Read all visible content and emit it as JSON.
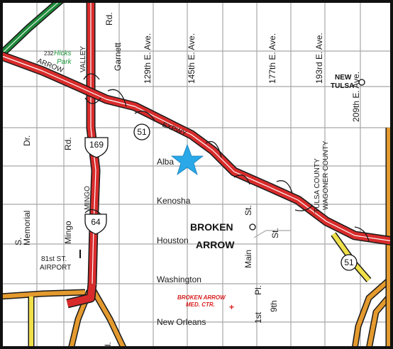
{
  "map": {
    "colors": {
      "highway_red": "#d82b2b",
      "highway_orange": "#e49a2e",
      "highway_green": "#1e8a3a",
      "highway_yellow": "#f0e04a",
      "grid": "#a8a8a8",
      "star": "#2aa8e8",
      "park_text": "#1e9a3c",
      "hospital_text": "#d92020"
    },
    "streets": {
      "rd_top": "Rd.",
      "ave_129": "129th E. Ave.",
      "ave_145": "145th E. Ave.",
      "ave_177": "177th E. Ave.",
      "ave_193": "193rd E. Ave.",
      "ave_209": "209th E. Ave.",
      "garnett": "Garnett",
      "valley": "VALLEY",
      "arrow": "ARROW",
      "expwy": "EXPWY",
      "memorial_dr": "Dr.",
      "memorial": "Memorial",
      "memorial_s": "S.",
      "mingo_rd": "Rd.",
      "mingo": "Mingo",
      "mingo_caps": "MINGO",
      "albany": "Alba",
      "kenosha": "Kenosha",
      "houston": "Houston",
      "washington": "Washington",
      "new_orleans": "New Orleans",
      "main_st": "Main",
      "st_1": "St.",
      "st_2": "St.",
      "first_pl_1st": "1st",
      "first_pl_pl": "Pl.",
      "ninth": "9th",
      "tulsa_county": "TULSA COUNTY",
      "wagoner_county": "WAGONER COUNTY",
      "bottom_partial": "d."
    },
    "places": {
      "broken_arrow_1": "BROKEN",
      "broken_arrow_2": "ARROW",
      "new_tulsa_1": "NEW",
      "new_tulsa_2": "TULSA",
      "hicks_num": "232",
      "hicks_park_1": "Hicks",
      "hicks_park_2": "Park",
      "airport_1": "81st ST.",
      "airport_2": "AIRPORT",
      "hospital_1": "BROKEN ARROW",
      "hospital_2": "MED. CTR."
    },
    "shields": {
      "us_169": "169",
      "us_64": "64",
      "ok_51_left": "51",
      "ok_51_right": "51"
    },
    "symbols": {
      "hospital_cross": "+"
    }
  }
}
